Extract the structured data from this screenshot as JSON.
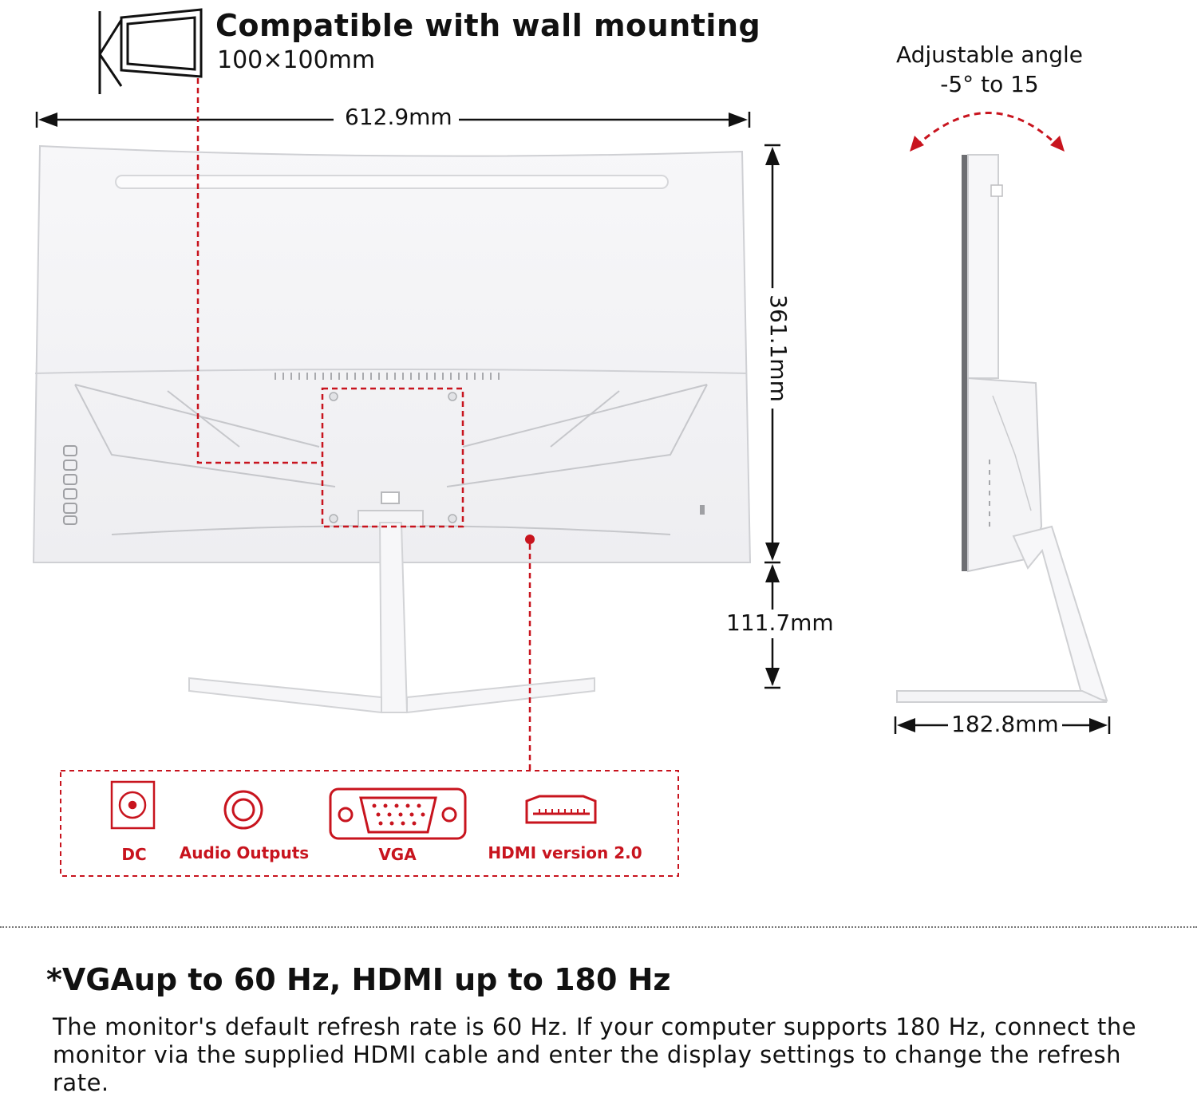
{
  "wall_mount": {
    "title": "Compatible with wall mounting",
    "vesa": "100×100mm"
  },
  "dimensions": {
    "width": "612.9mm",
    "panel_height": "361.1mm",
    "stand_height": "111.7mm",
    "stand_depth": "182.8mm"
  },
  "tilt": {
    "line1": "Adjustable angle",
    "line2": "-5° to 15"
  },
  "ports": [
    {
      "label": "DC",
      "icon": "dc-power-icon"
    },
    {
      "label": "Audio Outputs",
      "icon": "audio-jack-icon"
    },
    {
      "label": "VGA",
      "icon": "vga-port-icon"
    },
    {
      "label": "HDMI version 2.0",
      "icon": "hdmi-port-icon"
    }
  ],
  "note": {
    "title": "*VGAup to 60 Hz, HDMI up to 180 Hz",
    "body": "The monitor's default refresh rate is 60 Hz. If your computer supports 180 Hz, connect the monitor via the supplied HDMI cable and enter the display settings to change the refresh rate."
  },
  "colors": {
    "accent_red": "#c8141e",
    "line": "#111111",
    "monitor_body": "#f3f3f5",
    "monitor_edge": "#cfd0d4"
  }
}
